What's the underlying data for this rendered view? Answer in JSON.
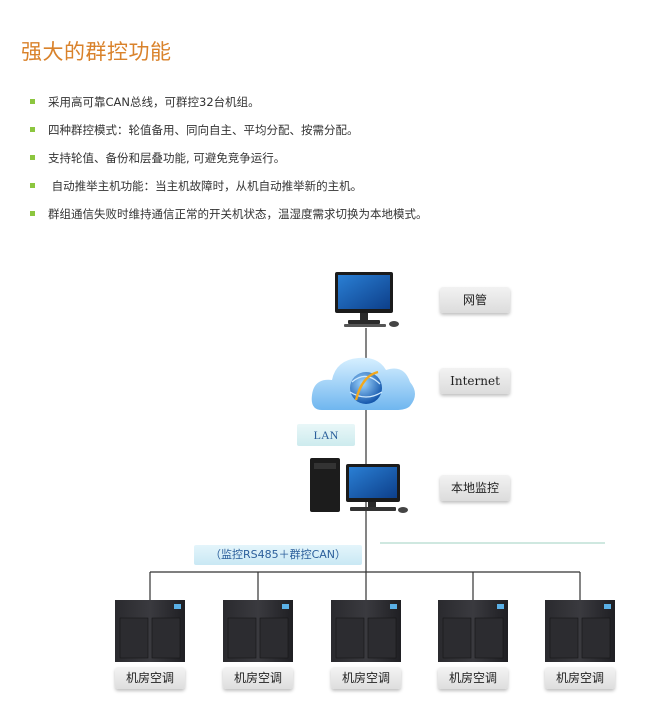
{
  "title": "强大的群控功能",
  "features": [
    "采用高可靠CAN总线，可群控32台机组。",
    "四种群控模式：轮值备用、同向自主、平均分配、按需分配。",
    "支持轮值、备份和层叠功能, 可避免竞争运行。",
    " 自动推举主机功能：当主机故障时，从机自动推举新的主机。",
    "群组通信失败时维持通信正常的开关机状态，温湿度需求切换为本地模式。"
  ],
  "diagram": {
    "network_mgmt_label": "网管",
    "internet_label": "Internet",
    "lan_label": "LAN",
    "local_monitor_label": "本地监控",
    "bus_label": "（监控RS485＋群控CAN）",
    "units": [
      "机房空调",
      "机房空调",
      "机房空调",
      "机房空调",
      "机房空调"
    ]
  },
  "colors": {
    "title": "#d9822b",
    "bullet": "#8cc63f",
    "lan_text": "#2b5f9b"
  }
}
